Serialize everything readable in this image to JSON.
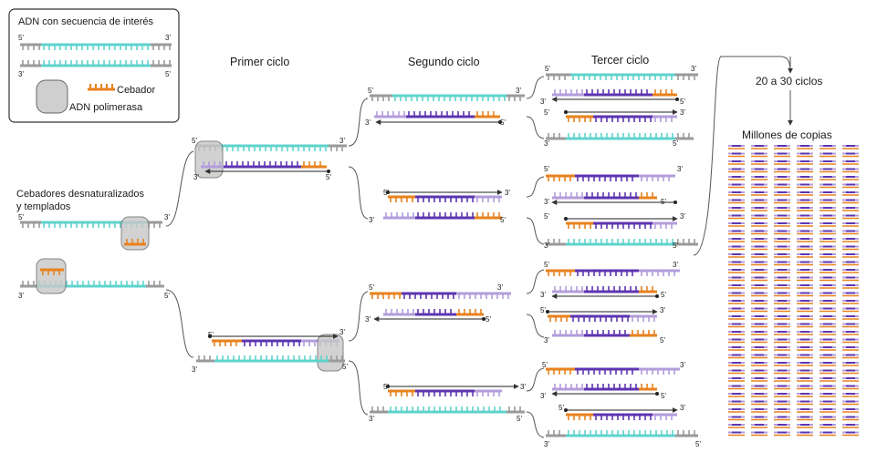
{
  "legend": {
    "title": "ADN con secuencia de interés",
    "end_5": "5'",
    "end_3": "3'",
    "primer_label": "Cebador",
    "polymerase_label": "ADN polimerasa"
  },
  "steps": {
    "denature": "Cebadores desnaturalizados",
    "template": "y templados",
    "cycle1": "Primer ciclo",
    "cycle2": "Segundo ciclo",
    "cycle3": "Tercer ciclo",
    "cycles_range": "20 a 30 ciclos",
    "millions": "Millones de copias"
  },
  "ends": {
    "five": "5'",
    "three": "3'"
  },
  "colors": {
    "template": "#9a9a9a",
    "target": "#5fd3cc",
    "primer": "#e8821e",
    "new_strand": "#b39ddb",
    "new_target": "#5e35b1",
    "polymerase": "#c8c8c8",
    "border": "#333333"
  }
}
